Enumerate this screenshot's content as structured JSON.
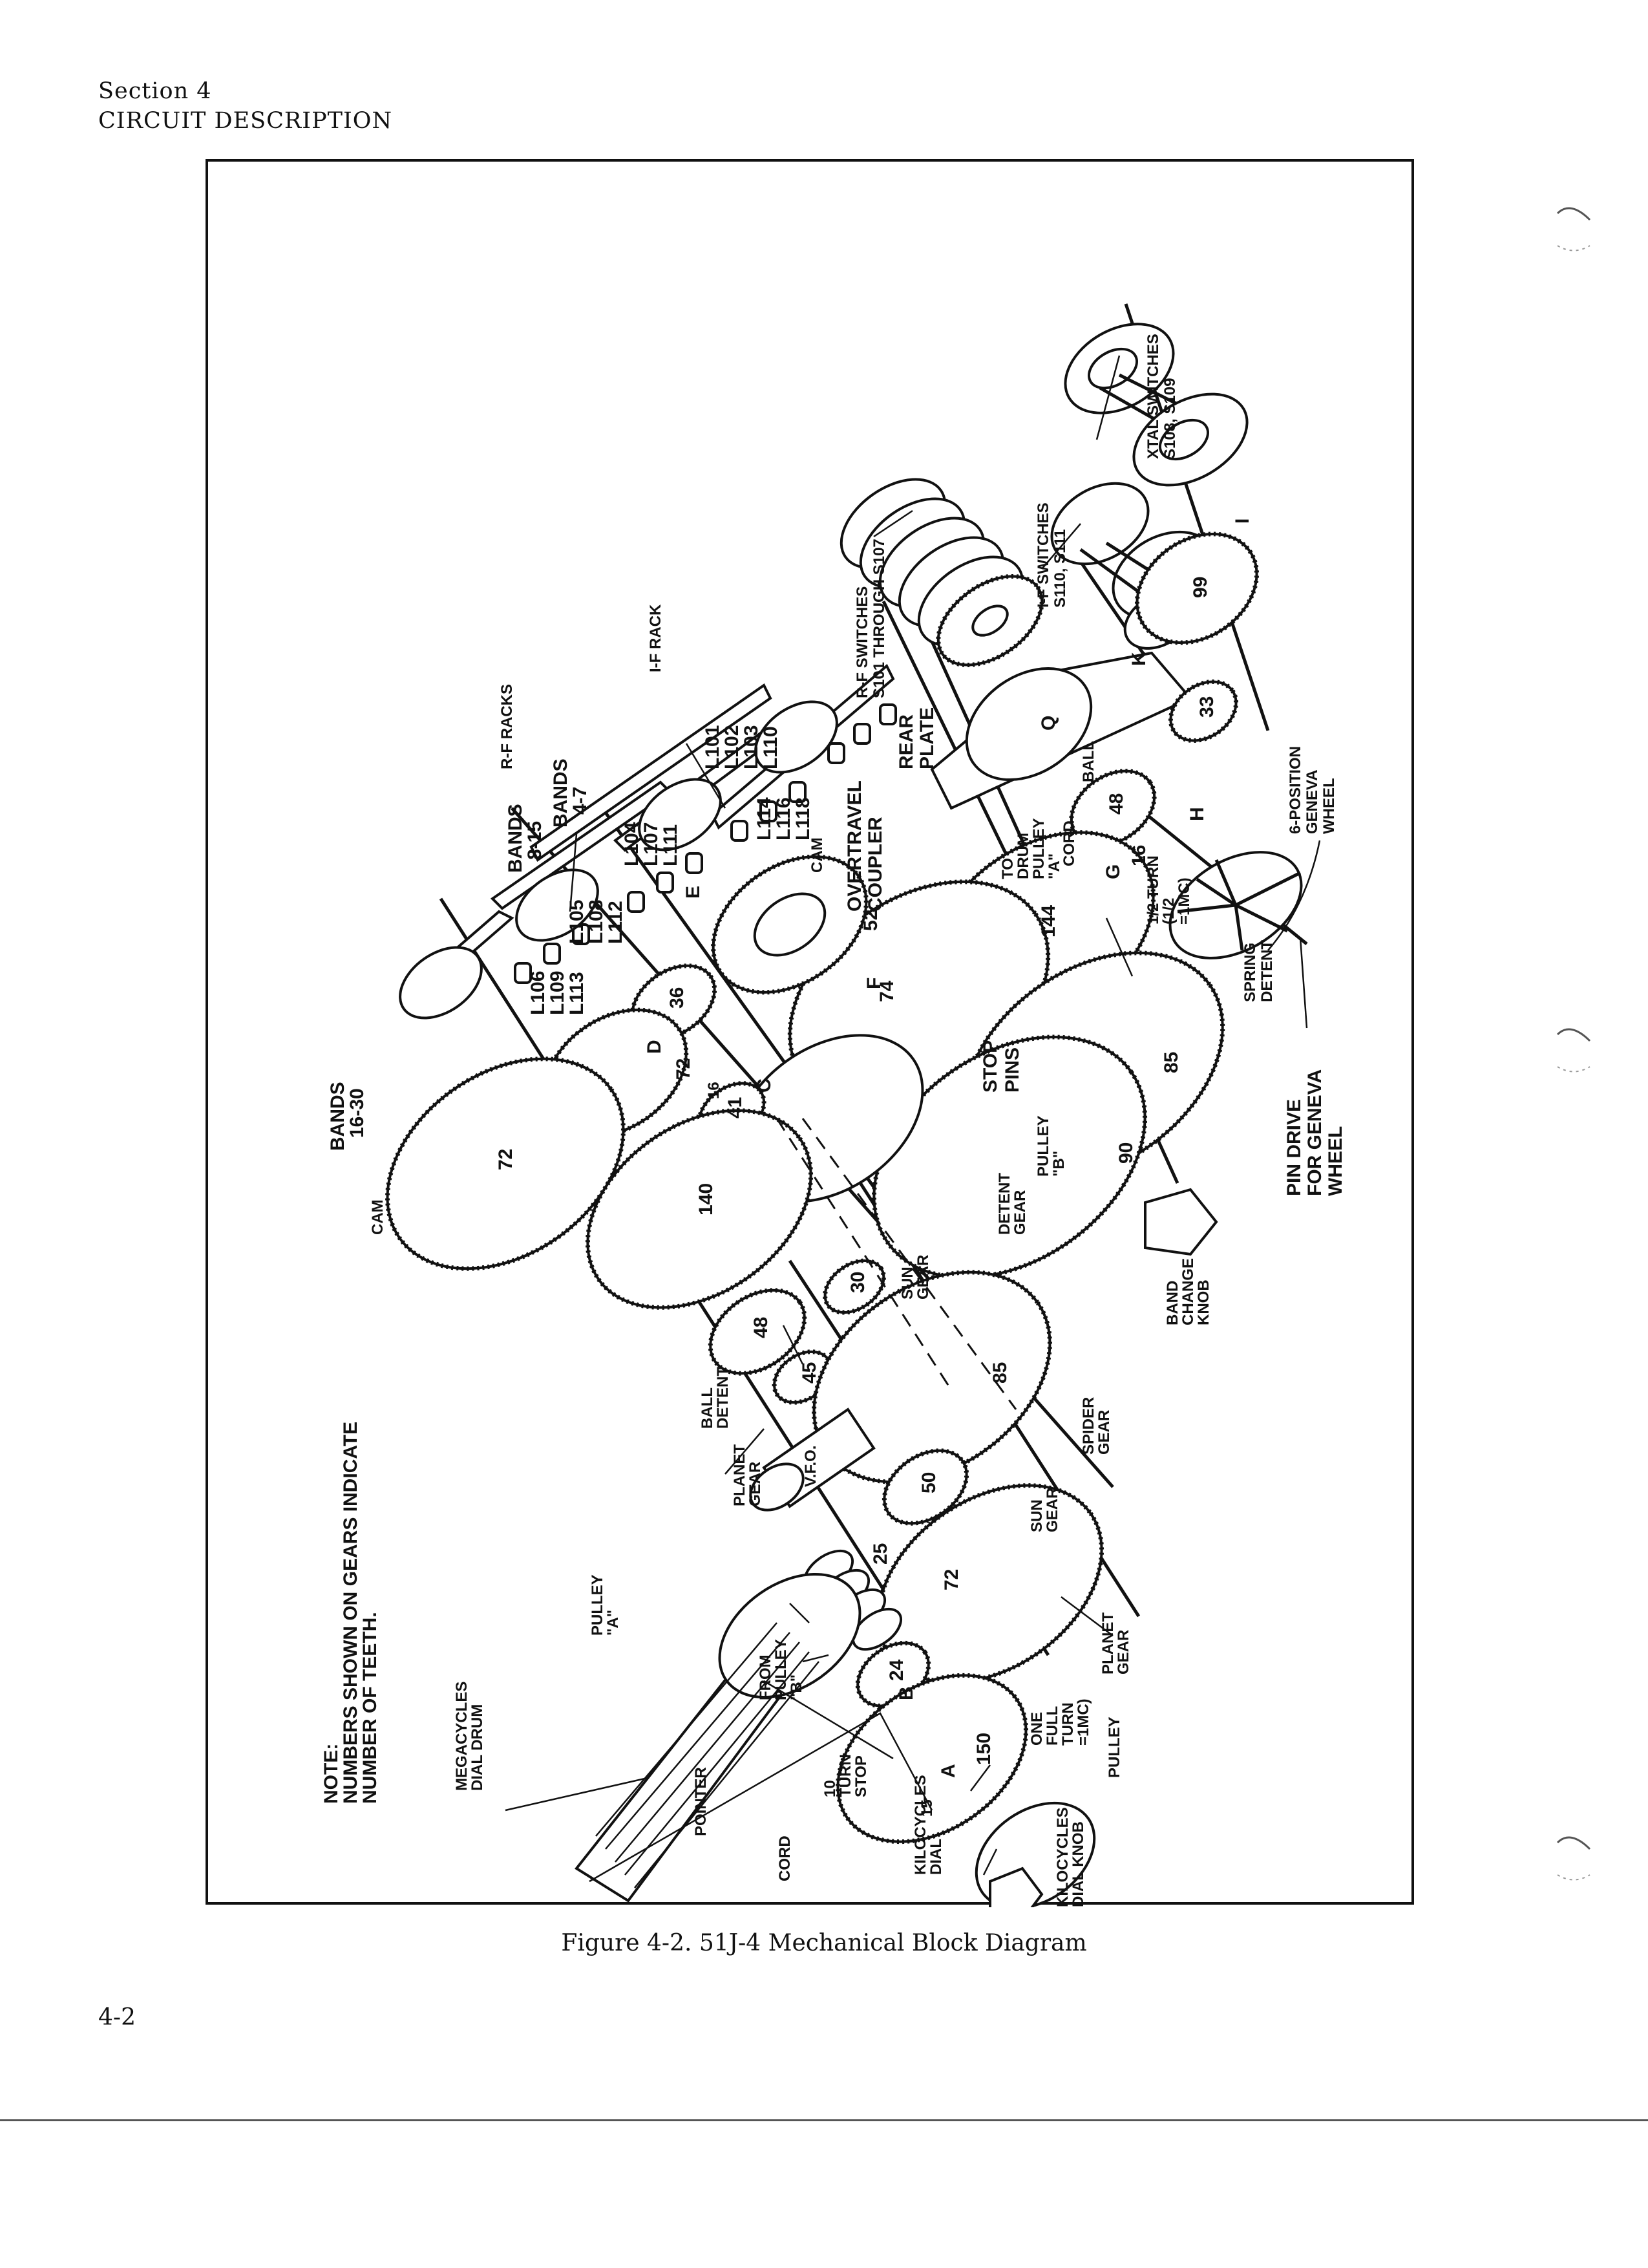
{
  "header": {
    "section": "Section 4",
    "title": "CIRCUIT DESCRIPTION"
  },
  "figure": {
    "caption": "Figure 4-2.  51J-4 Mechanical Block Diagram",
    "note": [
      "NOTE:",
      "NUMBERS SHOWN ON GEARS INDICATE",
      "NUMBER OF TEETH."
    ],
    "labels": {
      "xtal_switches": [
        "XTAL SWITCHES",
        "S108, S109"
      ],
      "if_switches": [
        "I-F SWITCHES",
        "S110, S111"
      ],
      "rf_switches": [
        "R-F SWITCHES",
        "S101 THROUGH S107"
      ],
      "if_rack": "I-F RACK",
      "rf_racks": "R-F RACKS",
      "bands_8_15": [
        "BANDS",
        "8-15"
      ],
      "bands_4_7": [
        "BANDS",
        "4-7"
      ],
      "bands_16_30": [
        "BANDS",
        "16-30"
      ],
      "coils_a": [
        "L101",
        "L102",
        "L103",
        "L110"
      ],
      "coils_b": [
        "L104",
        "L107",
        "L111"
      ],
      "coils_c": [
        "L105",
        "L108",
        "L112"
      ],
      "coils_d": [
        "L106",
        "L109",
        "L113"
      ],
      "coils_e": [
        "L114",
        "L116",
        "L118"
      ],
      "cam": "CAM",
      "rear_plate": [
        "REAR",
        "PLATE"
      ],
      "overtravel_coupler": [
        "OVERTRAVEL",
        "COUPLER"
      ],
      "to_drum_pulley": [
        "TO",
        "DRUM",
        "PULLEY",
        "\"A\""
      ],
      "ball": "BALL",
      "cord": "CORD",
      "half_turn": [
        "1/2 TURN",
        "(1/2",
        "=1MC)"
      ],
      "geneva_wheel": [
        "6-POSITION",
        "GENEVA",
        "WHEEL"
      ],
      "spring_detent": [
        "SPRING",
        "DETENT"
      ],
      "stop_pins": [
        "STOP",
        "PINS"
      ],
      "pulley_b": [
        "PULLEY",
        "\"B\""
      ],
      "detent_gear": [
        "DETENT",
        "GEAR"
      ],
      "pin_drive": [
        "PIN DRIVE",
        "FOR GENEVA",
        "WHEEL"
      ],
      "band_change_knob": [
        "BAND",
        "CHANGE",
        "KNOB"
      ],
      "sun_gear": [
        "SUN",
        "GEAR"
      ],
      "ball_detent": [
        "BALL",
        "DETENT"
      ],
      "planet_gear": [
        "PLANET",
        "GEAR"
      ],
      "spider_gear": [
        "SPIDER",
        "GEAR"
      ],
      "vfo": "V.F.O.",
      "pulley_a": [
        "PULLEY",
        "\"A\""
      ],
      "from_pulley_b": [
        "FROM",
        "PULLEY",
        "\"B\""
      ],
      "megacycles_dial_drum": [
        "MEGACYCLES",
        "DIAL DRUM"
      ],
      "one_full_turn": [
        "ONE",
        "FULL",
        "TURN",
        "=1MC)"
      ],
      "ten_turn_stop": [
        "10",
        "TURN",
        "STOP"
      ],
      "pointer": "POINTER",
      "pulley": "PULLEY",
      "kilocycles_dial": [
        "KILOCYCLES",
        "DIAL"
      ],
      "kilocycles_dial_knob": [
        "KILOCYCLES",
        "DIAL KNOB"
      ],
      "shafts": [
        "A",
        "B",
        "C",
        "D",
        "E",
        "F",
        "G",
        "H",
        "I",
        "K",
        "Q"
      ]
    },
    "gears": {
      "g99": "99",
      "g33": "33",
      "g48a": "48",
      "g16": "16",
      "g144": "144",
      "g52": "52",
      "g74": "74",
      "g36": "36",
      "g72a": "72",
      "g72b": "72",
      "g41": "41",
      "g16b": "16",
      "g140": "140",
      "g48b": "48",
      "g85a": "85",
      "g90": "90",
      "g30": "30",
      "g45": "45",
      "g85b": "85",
      "g50": "50",
      "g25": "25",
      "g72c": "72",
      "g24": "24",
      "g150": "150",
      "g15": "15"
    }
  }
}
